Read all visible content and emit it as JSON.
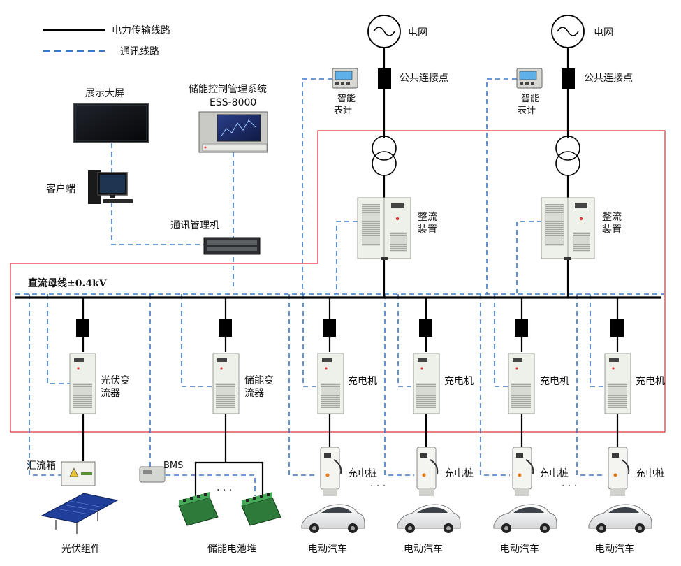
{
  "legend": {
    "power_line": "电力传输线路",
    "comm_line": "通讯线路"
  },
  "grid": {
    "label_1": "电网",
    "label_2": "电网",
    "pcc_1": "公共连接点",
    "pcc_2": "公共连接点",
    "meter_1": [
      "智能",
      "表计"
    ],
    "meter_2": [
      "智能",
      "表计"
    ],
    "rectifier_1": [
      "整流",
      "装置"
    ],
    "rectifier_2": [
      "整流",
      "装置"
    ]
  },
  "control": {
    "display_screen": "展示大屏",
    "client": "客户端",
    "ess_title": "储能控制管理系统",
    "ess_model": "ESS-8000",
    "comm_manager": "通讯管理机"
  },
  "dc_bus": {
    "label": "直流母线±0.4kV"
  },
  "converters": {
    "pv": [
      "光伏变",
      "流器"
    ],
    "storage": [
      "储能变",
      "流器"
    ],
    "charger": "充电机"
  },
  "field": {
    "combiner_box": "汇流箱",
    "bms": "BMS",
    "pv_modules": "光伏组件",
    "battery_stack": "储能电池堆",
    "charging_pile": "充电桩",
    "ev": "电动汽车",
    "ellipsis": "· · ·"
  },
  "colors": {
    "power_line": "#000000",
    "comm_line": "#3a78c8",
    "boundary": "#e0303a",
    "cabinet": "#eef0ea"
  }
}
